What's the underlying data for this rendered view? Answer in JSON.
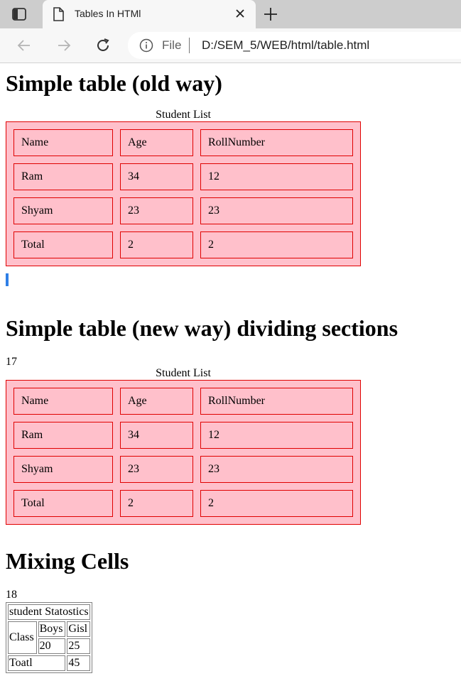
{
  "browser": {
    "tab_title": "Tables In HTMl",
    "address_file_label": "File",
    "address_url": "D:/SEM_5/WEB/html/table.html"
  },
  "page": {
    "section1": {
      "heading": "Simple table (old way)",
      "caption": "Student List",
      "rows": [
        [
          "Name",
          "Age",
          "RollNumber"
        ],
        [
          "Ram",
          "34",
          "12"
        ],
        [
          "Shyam",
          "23",
          "23"
        ],
        [
          "Total",
          "2",
          "2"
        ]
      ]
    },
    "section2": {
      "heading": "Simple table (new way) dividing sections",
      "number": "17",
      "caption": "Student List",
      "rows": [
        [
          "Name",
          "Age",
          "RollNumber"
        ],
        [
          "Ram",
          "34",
          "12"
        ],
        [
          "Shyam",
          "23",
          "23"
        ],
        [
          "Total",
          "2",
          "2"
        ]
      ]
    },
    "section3": {
      "heading": "Mixing Cells",
      "number": "18",
      "table": {
        "title": "student Statostics",
        "class_label": "Class",
        "boys_label": "Boys",
        "girls_label": "Gisl",
        "boys_value": "20",
        "girls_value": "25",
        "total_label": "Toatl",
        "total_value": "45"
      }
    }
  },
  "colors": {
    "table_background": "#ffc0cb",
    "table_border": "#e00000",
    "tab_strip": "#cdcdcd",
    "toolbar": "#f7f7f7"
  },
  "icons": [
    "sidebar-icon",
    "page-icon",
    "close-icon",
    "plus-icon",
    "back-arrow-icon",
    "forward-arrow-icon",
    "reload-icon",
    "info-icon"
  ]
}
